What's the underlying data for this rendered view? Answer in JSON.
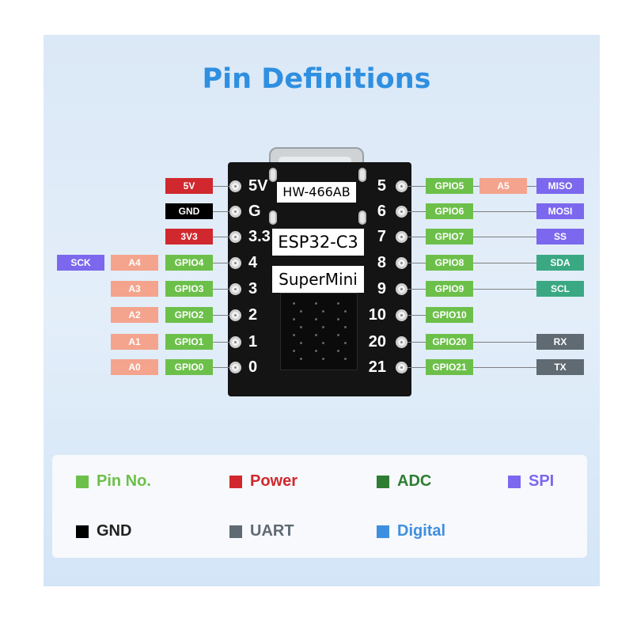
{
  "title": "Pin Definitions",
  "board": {
    "labels": [
      "HW-466AB",
      "ESP32-C3",
      "SuperMini"
    ],
    "left_pins": [
      "5V",
      "G",
      "3.3",
      "4",
      "3",
      "2",
      "1",
      "0"
    ],
    "right_pins": [
      "5",
      "6",
      "7",
      "8",
      "9",
      "10",
      "20",
      "21"
    ]
  },
  "colors": {
    "pin_no": "#6cc04a",
    "power": "#d0282e",
    "adc": "#f4a38c",
    "spi": "#7b68ee",
    "gnd": "#000000",
    "uart": "#5f6a72",
    "digital": "#3aa882",
    "title": "#2f8fe0"
  },
  "left_tags": [
    [
      "5V"
    ],
    [
      "GND"
    ],
    [
      "3V3"
    ],
    [
      "GPIO4",
      "A4",
      "SCK"
    ],
    [
      "GPIO3",
      "A3"
    ],
    [
      "GPIO2",
      "A2"
    ],
    [
      "GPIO1",
      "A1"
    ],
    [
      "GPIO0",
      "A0"
    ]
  ],
  "right_tags": [
    [
      "GPIO5",
      "A5",
      "MISO"
    ],
    [
      "GPIO6",
      "MOSI"
    ],
    [
      "GPIO7",
      "SS"
    ],
    [
      "GPIO8",
      "SDA"
    ],
    [
      "GPIO9",
      "SCL"
    ],
    [
      "GPIO10"
    ],
    [
      "GPIO20",
      "RX"
    ],
    [
      "GPIO21",
      "TX"
    ]
  ],
  "legend": [
    {
      "label": "Pin No.",
      "color": "#6cc04a"
    },
    {
      "label": "Power",
      "color": "#d0282e"
    },
    {
      "label": "ADC",
      "color": "#2e7d32"
    },
    {
      "label": "SPI",
      "color": "#7b68ee"
    },
    {
      "label": "GND",
      "color": "#000000"
    },
    {
      "label": "UART",
      "color": "#5f6a72"
    },
    {
      "label": "Digital",
      "color": "#3f8fe0"
    }
  ]
}
